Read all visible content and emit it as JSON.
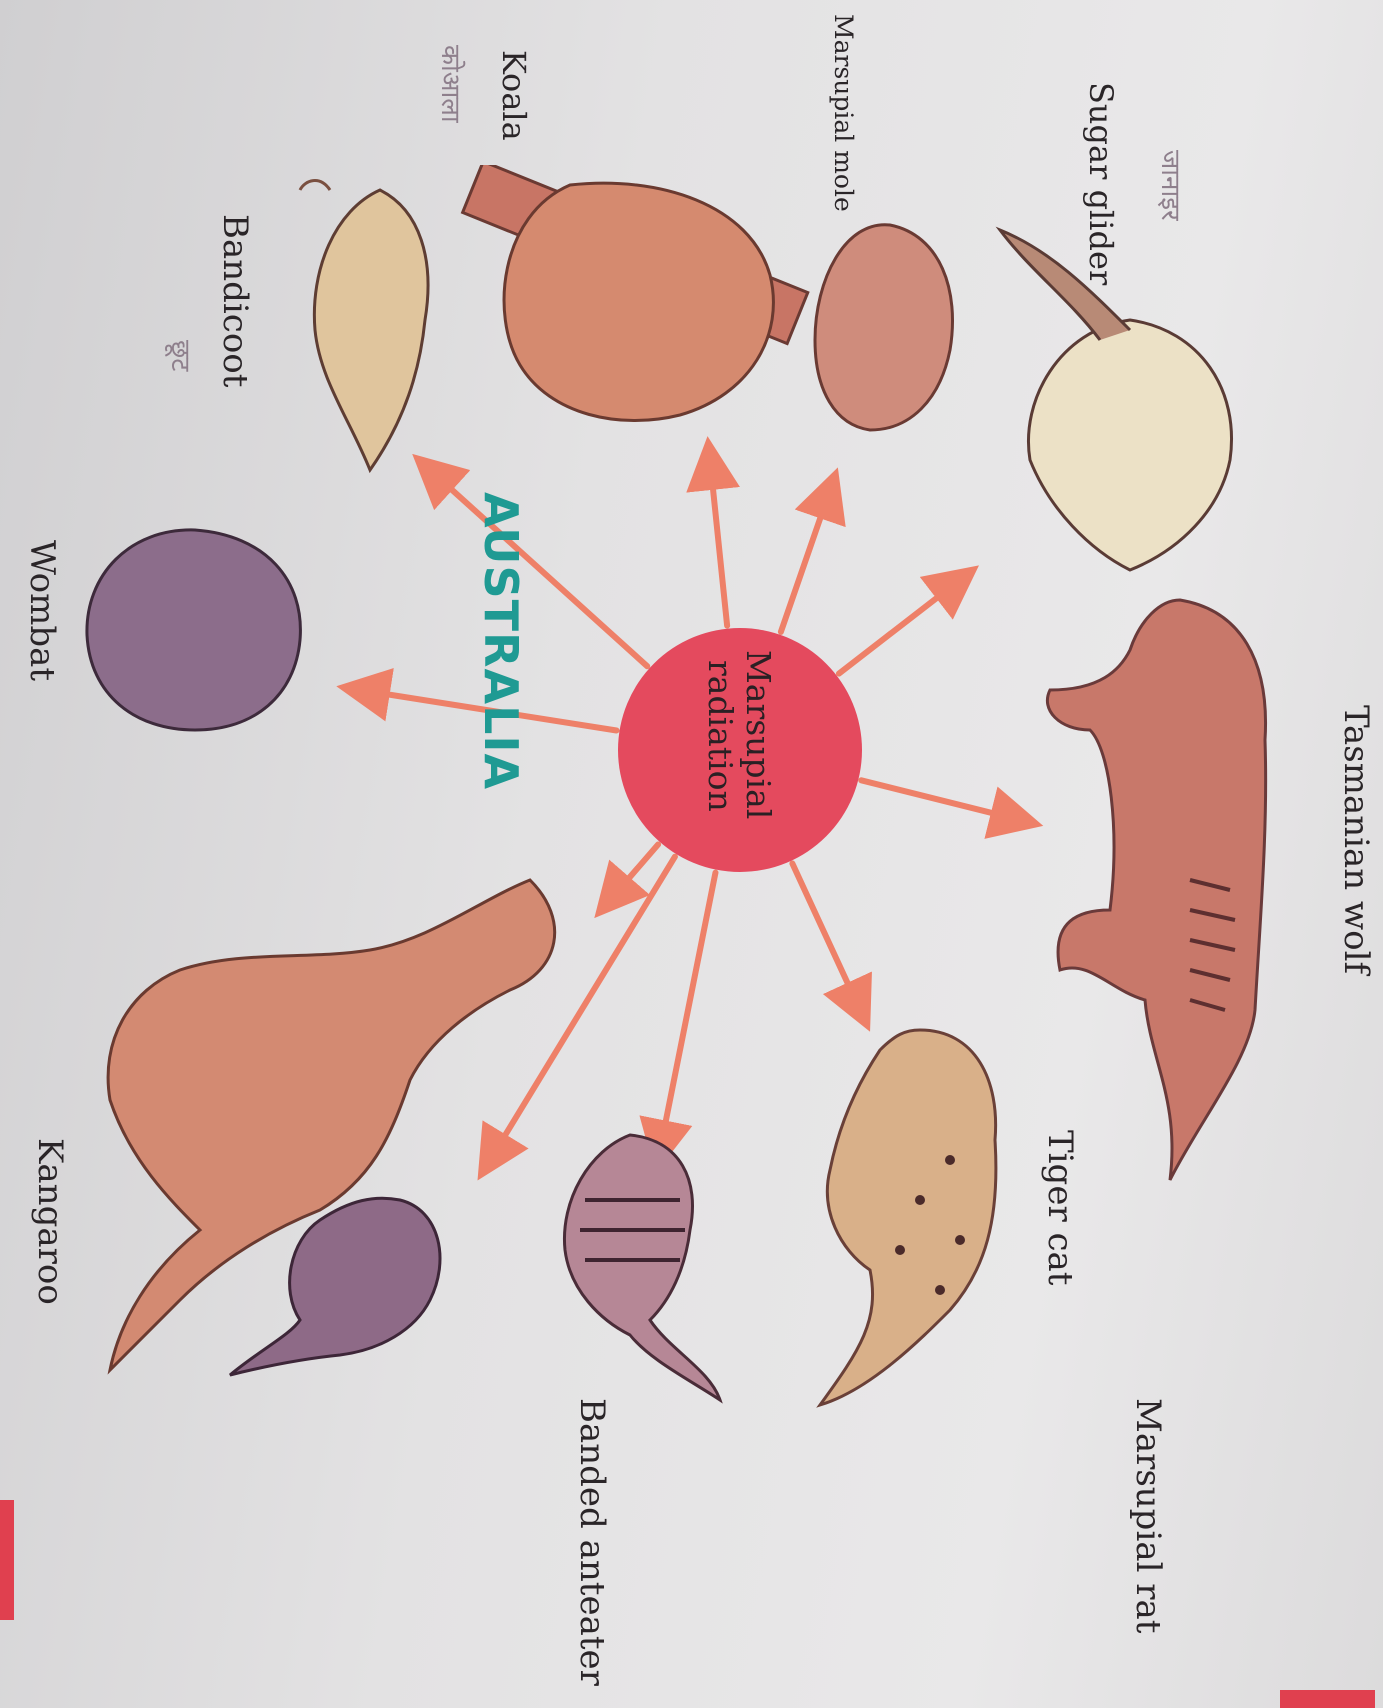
{
  "diagram": {
    "center_label_line1": "Marsupial",
    "center_label_line2": "radiation",
    "continent_label": "AUSTRALIA",
    "animals": [
      {
        "id": "tasmanian-wolf",
        "label": "Tasmanian wolf"
      },
      {
        "id": "tiger-cat",
        "label": "Tiger cat"
      },
      {
        "id": "banded-anteater",
        "label": "Banded anteater"
      },
      {
        "id": "marsupial-rat",
        "label": "Marsupial rat"
      },
      {
        "id": "kangaroo",
        "label": "Kangaroo"
      },
      {
        "id": "wombat",
        "label": "Wombat"
      },
      {
        "id": "bandicoot",
        "label": "Bandicoot"
      },
      {
        "id": "koala",
        "label": "Koala"
      },
      {
        "id": "marsupial-mole",
        "label": "Marsupial mole"
      },
      {
        "id": "sugar-glider",
        "label": "Sugar glider"
      }
    ],
    "handwritten_notes": {
      "sugar_glider": "जानाइर",
      "koala": "कोआला",
      "bandicoot": "छूट"
    },
    "colors": {
      "center_circle": "#e44a5e",
      "arrow": "#ee8068",
      "continent_text": "#1f9a93",
      "page": "#e4e3e4",
      "edge_bar": "#e0404f"
    }
  }
}
